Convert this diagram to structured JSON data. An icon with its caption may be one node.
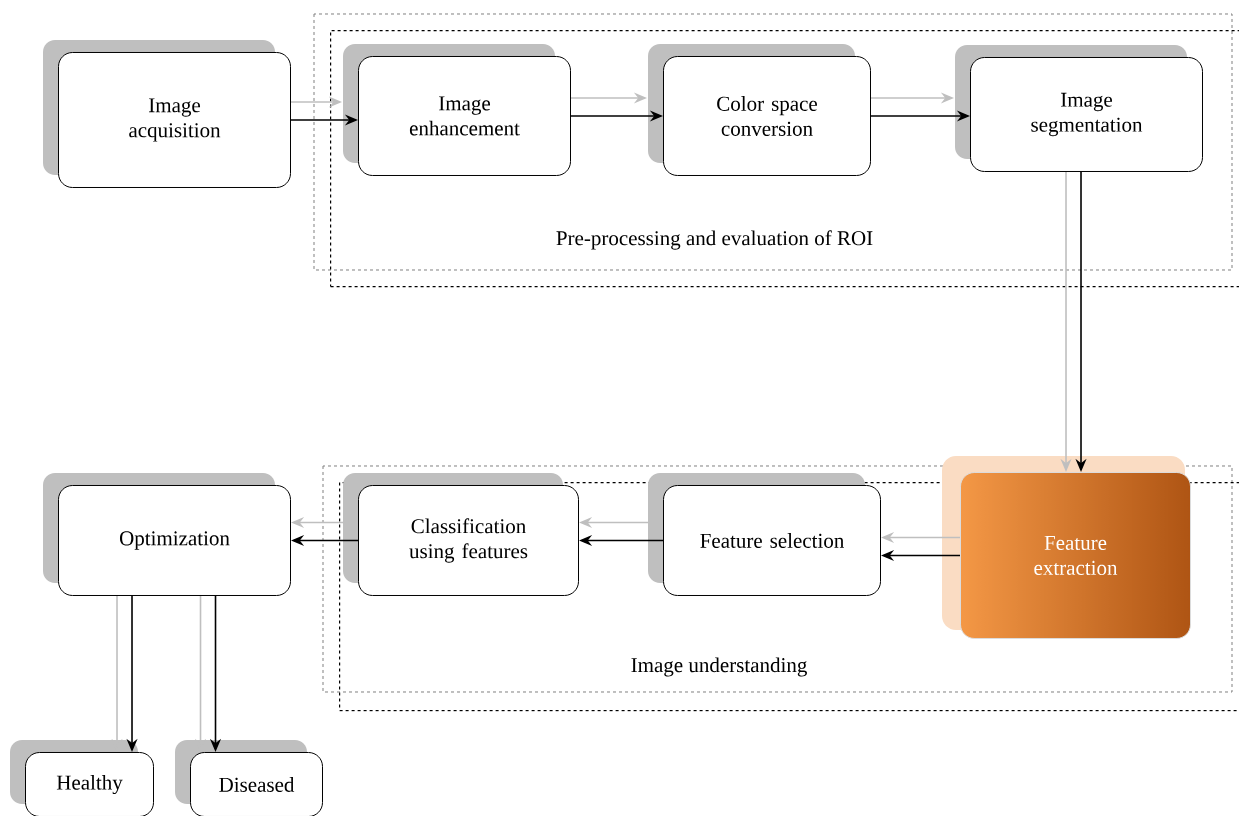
{
  "diagram": {
    "nodes": [
      {
        "text": [
          "Image acquisition"
        ]
      },
      {
        "text": [
          "Pre-processing and evaluation of ROI"
        ]
      },
      {
        "text": [
          "Image enhancement"
        ],
        "in": 1
      },
      {
        "text": [
          "Color space conversion"
        ],
        "in": 1
      },
      {
        "text": [
          "Image segmentation"
        ],
        "in": 1
      },
      {
        "text": [
          "Image understanding"
        ]
      },
      {
        "text": [
          "Feature extraction"
        ],
        "in": 5
      },
      {
        "text": [
          "Feature selection"
        ],
        "in": 5
      },
      {
        "text": [
          "Classification using features"
        ],
        "in": 5
      },
      {
        "text": [
          "Optimization"
        ]
      },
      {
        "text": [
          "Healthy"
        ]
      },
      {
        "text": [
          "Diseased"
        ]
      }
    ],
    "edges": [
      {
        "from": 0,
        "to": 2,
        "arrow": "to",
        "color": "#bfbfbf"
      },
      {
        "from": 0,
        "to": 2,
        "arrow": "to",
        "color": "#000000"
      },
      {
        "from": 2,
        "to": 3,
        "arrow": "to",
        "color": "#bfbfbf"
      },
      {
        "from": 2,
        "to": 3,
        "arrow": "to",
        "color": "#000000"
      },
      {
        "from": 3,
        "to": 4,
        "arrow": "to",
        "color": "#bfbfbf"
      },
      {
        "from": 3,
        "to": 4,
        "arrow": "to",
        "color": "#000000"
      },
      {
        "from": 4,
        "to": 6,
        "arrow": "to",
        "color": "#bfbfbf"
      },
      {
        "from": 4,
        "to": 6,
        "arrow": "to",
        "color": "#000000"
      },
      {
        "from": 6,
        "to": 7,
        "arrow": "to",
        "color": "#bfbfbf"
      },
      {
        "from": 6,
        "to": 7,
        "arrow": "to",
        "color": "#000000"
      },
      {
        "from": 7,
        "to": 8,
        "arrow": "to",
        "color": "#bfbfbf"
      },
      {
        "from": 7,
        "to": 8,
        "arrow": "to",
        "color": "#000000"
      },
      {
        "from": 8,
        "to": 9,
        "arrow": "to",
        "color": "#bfbfbf"
      },
      {
        "from": 8,
        "to": 9,
        "arrow": "to",
        "color": "#000000"
      },
      {
        "from": 9,
        "to": 10,
        "arrow": "to",
        "color": "#bfbfbf"
      },
      {
        "from": 9,
        "to": 10,
        "arrow": "to",
        "color": "#000000"
      },
      {
        "from": 9,
        "to": 11,
        "arrow": "to",
        "color": "#bfbfbf"
      },
      {
        "from": 9,
        "to": 11,
        "arrow": "to",
        "color": "#000000"
      }
    ]
  }
}
